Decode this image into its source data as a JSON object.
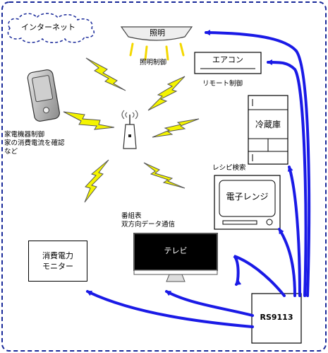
{
  "internet": {
    "label": "インターネット"
  },
  "lighting": {
    "title": "照明",
    "caption": "照明制御"
  },
  "aircon": {
    "title": "エアコン",
    "caption": "リモート制御"
  },
  "fridge": {
    "title": "冷蔵庫"
  },
  "microwave": {
    "title": "電子レンジ",
    "caption": "レシピ検索"
  },
  "tv": {
    "title": "テレビ",
    "caption_line1": "番組表",
    "caption_line2": "双方向データ通信"
  },
  "monitor": {
    "title_line1": "消費電力",
    "title_line2": "モニター"
  },
  "phone": {
    "caption_line1": "家電機器制御",
    "caption_line2": "家の消費電流を確認",
    "caption_line3": "など"
  },
  "gateway": {
    "title": "RS9113"
  },
  "colors": {
    "arrow": "#1a1ae6",
    "bolt": "#f4f400",
    "border": "#1a2a9a",
    "screen": "#000000"
  }
}
